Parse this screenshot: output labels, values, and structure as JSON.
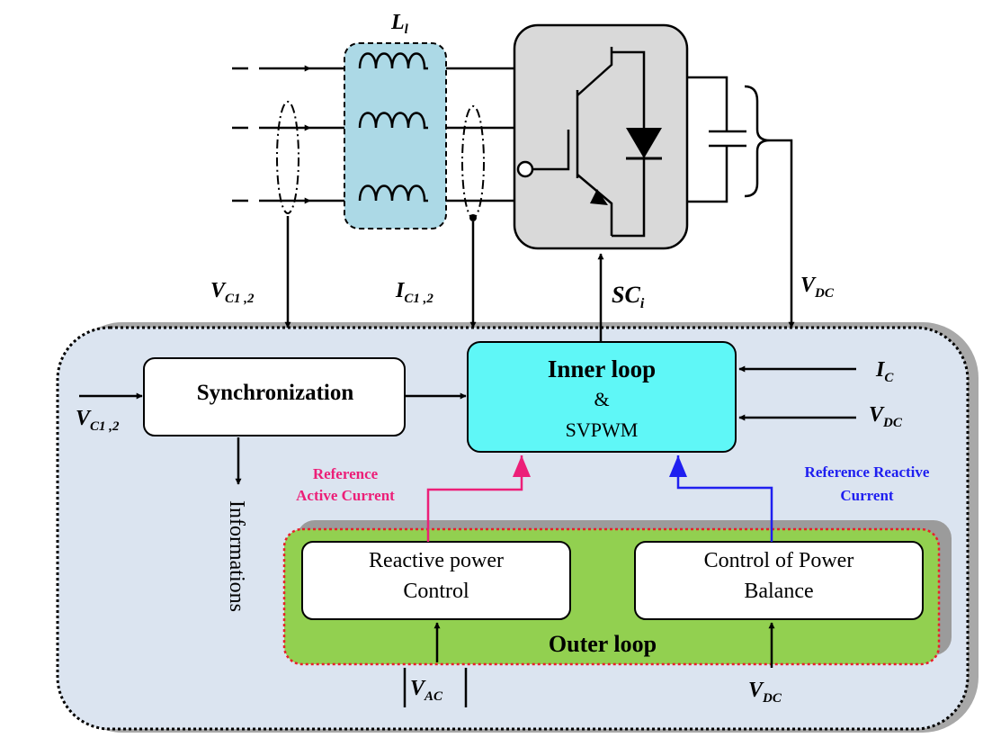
{
  "labels": {
    "inductor": "L",
    "inductor_sub": "l",
    "vc_top": "V",
    "vc_top_sub": "C1 ,2",
    "ic_top": "I",
    "ic_top_sub": "C1 ,2",
    "sc": "SC",
    "sc_sub": "i",
    "vdc_top": "V",
    "vdc_top_sub": "DC",
    "ic_right": "I",
    "ic_right_sub": "C",
    "vdc_right": "V",
    "vdc_right_sub": "DC",
    "vc_left": "V",
    "vc_left_sub": "C1 ,2",
    "vac": "V",
    "vac_sub": "AC",
    "vdc_bottom": "V",
    "vdc_bottom_sub": "DC",
    "informations": "Informations"
  },
  "blocks": {
    "sync": "Synchronization",
    "inner_line1": "Inner loop",
    "inner_line2": "&",
    "inner_line3": "SVPWM",
    "reactive_line1": "Reactive power",
    "reactive_line2": "Control",
    "balance_line1": "Control of Power",
    "balance_line2": "Balance",
    "outer": "Outer loop"
  },
  "annotations": {
    "ref_active_line1": "Reference",
    "ref_active_line2": "Active Current",
    "ref_reactive_line1": "Reference Reactive",
    "ref_reactive_line2": "Current"
  },
  "colors": {
    "inductor_fill": "#acd9e6",
    "converter_fill": "#d9d9d9",
    "control_fill": "#dbe4f0",
    "inner_fill": "#5ff7f7",
    "outer_fill": "#92d050",
    "outer_border": "#e8202a",
    "active_ref": "#ec1f78",
    "reactive_ref": "#1f1ff0",
    "shadow": "#9b9b9b"
  }
}
